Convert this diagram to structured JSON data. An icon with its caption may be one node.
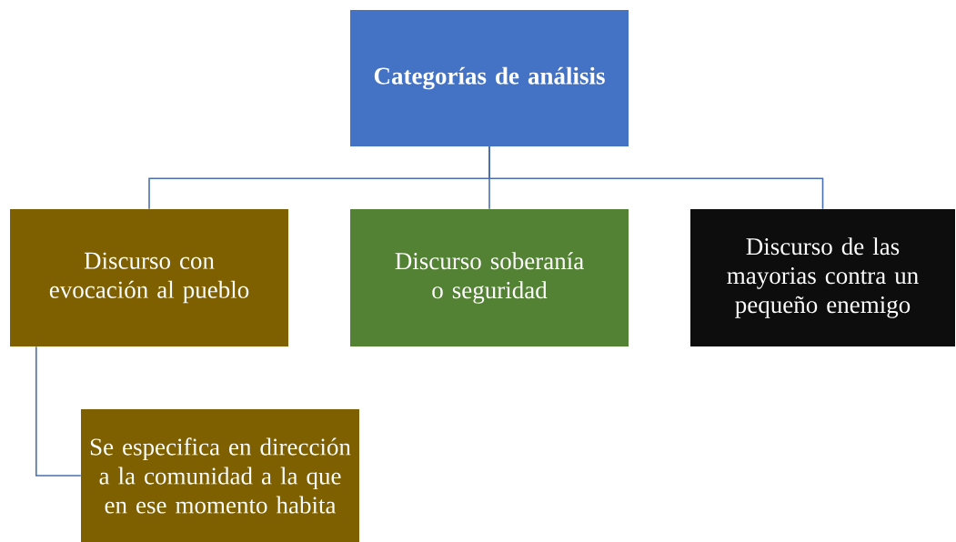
{
  "diagram": {
    "nodes": [
      {
        "text": [
          "Categorías de análisis"
        ]
      },
      {
        "text": [
          "Discurso con evocación al pueblo"
        ]
      },
      {
        "text": [
          "Discurso soberanía o seguridad"
        ]
      },
      {
        "text": [
          "Discurso de las mayorias contra un pequeño enemigo"
        ]
      },
      {
        "text": [
          "Se especifica en dirección a la comunidad a la que en ese momento habita"
        ]
      }
    ],
    "edges": [
      {
        "from": 0,
        "to": 1,
        "arrow": "none"
      },
      {
        "from": 0,
        "to": 2,
        "arrow": "none"
      },
      {
        "from": 0,
        "to": 3,
        "arrow": "none"
      },
      {
        "from": 1,
        "to": 4,
        "arrow": "none"
      }
    ]
  }
}
